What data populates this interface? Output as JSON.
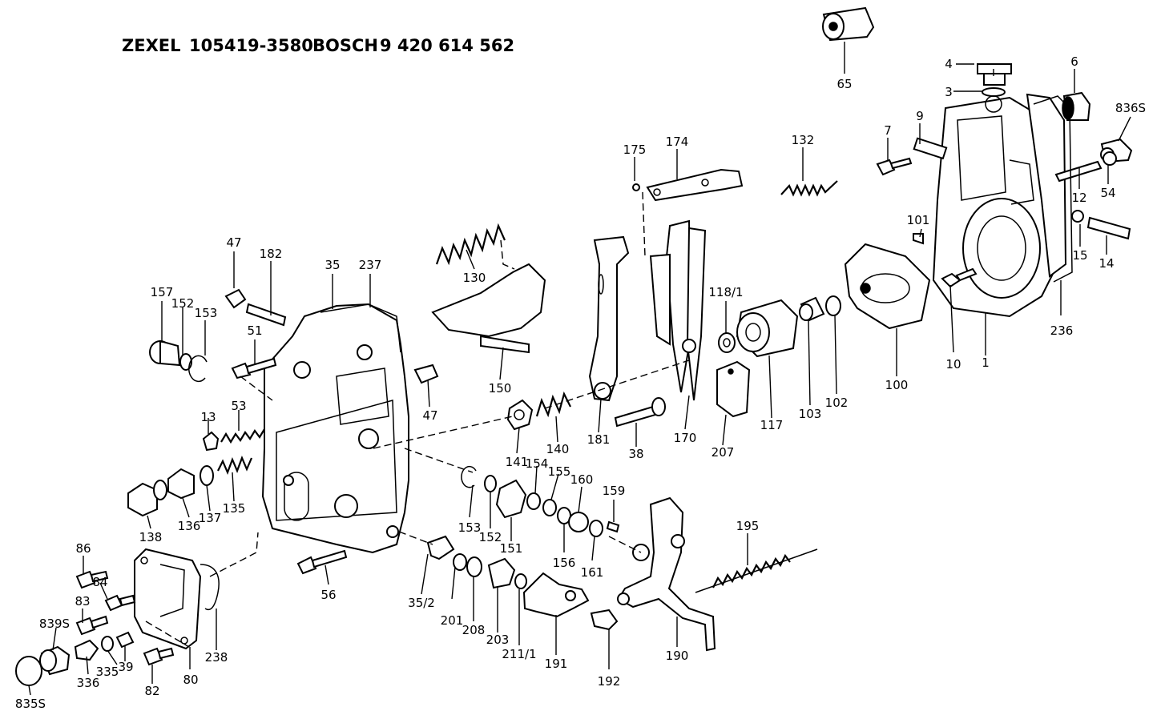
{
  "header": {
    "brand_1": "ZEXEL",
    "part_no_1": "105419-3580",
    "brand_2": "BOSCH",
    "part_no_2": "9 420 614 562"
  },
  "callouts": [
    {
      "id": "c65",
      "text": "65"
    },
    {
      "id": "c4",
      "text": "4"
    },
    {
      "id": "c3",
      "text": "3"
    },
    {
      "id": "c6",
      "text": "6"
    },
    {
      "id": "c836s",
      "text": "836S"
    },
    {
      "id": "c7",
      "text": "7"
    },
    {
      "id": "c9",
      "text": "9"
    },
    {
      "id": "c12",
      "text": "12"
    },
    {
      "id": "c54",
      "text": "54"
    },
    {
      "id": "c101",
      "text": "101"
    },
    {
      "id": "c15",
      "text": "15"
    },
    {
      "id": "c14",
      "text": "14"
    },
    {
      "id": "c236",
      "text": "236"
    },
    {
      "id": "c10",
      "text": "10"
    },
    {
      "id": "c1",
      "text": "1"
    },
    {
      "id": "c100",
      "text": "100"
    },
    {
      "id": "c102",
      "text": "102"
    },
    {
      "id": "c103",
      "text": "103"
    },
    {
      "id": "c117",
      "text": "117"
    },
    {
      "id": "c118_1",
      "text": "118/1"
    },
    {
      "id": "c175",
      "text": "175"
    },
    {
      "id": "c174",
      "text": "174"
    },
    {
      "id": "c132",
      "text": "132"
    },
    {
      "id": "c130",
      "text": "130"
    },
    {
      "id": "c150",
      "text": "150"
    },
    {
      "id": "c181",
      "text": "181"
    },
    {
      "id": "c170",
      "text": "170"
    },
    {
      "id": "c207",
      "text": "207"
    },
    {
      "id": "c38",
      "text": "38"
    },
    {
      "id": "c140",
      "text": "140"
    },
    {
      "id": "c141",
      "text": "141"
    },
    {
      "id": "c47a",
      "text": "47"
    },
    {
      "id": "c182",
      "text": "182"
    },
    {
      "id": "c35",
      "text": "35"
    },
    {
      "id": "c237",
      "text": "237"
    },
    {
      "id": "c157",
      "text": "157"
    },
    {
      "id": "c152a",
      "text": "152"
    },
    {
      "id": "c153a",
      "text": "153"
    },
    {
      "id": "c51",
      "text": "51"
    },
    {
      "id": "c47b",
      "text": "47"
    },
    {
      "id": "c13",
      "text": "13"
    },
    {
      "id": "c53",
      "text": "53"
    },
    {
      "id": "c138",
      "text": "138"
    },
    {
      "id": "c136",
      "text": "136"
    },
    {
      "id": "c137",
      "text": "137"
    },
    {
      "id": "c135",
      "text": "135"
    },
    {
      "id": "c154",
      "text": "154"
    },
    {
      "id": "c155",
      "text": "155"
    },
    {
      "id": "c160",
      "text": "160"
    },
    {
      "id": "c159",
      "text": "159"
    },
    {
      "id": "c153b",
      "text": "153"
    },
    {
      "id": "c152b",
      "text": "152"
    },
    {
      "id": "c151",
      "text": "151"
    },
    {
      "id": "c156",
      "text": "156"
    },
    {
      "id": "c161",
      "text": "161"
    },
    {
      "id": "c195",
      "text": "195"
    },
    {
      "id": "c86",
      "text": "86"
    },
    {
      "id": "c84",
      "text": "84"
    },
    {
      "id": "c83",
      "text": "83"
    },
    {
      "id": "c839s",
      "text": "839S"
    },
    {
      "id": "c335",
      "text": "335"
    },
    {
      "id": "c39",
      "text": "39"
    },
    {
      "id": "c336",
      "text": "336"
    },
    {
      "id": "c835s",
      "text": "835S"
    },
    {
      "id": "c82",
      "text": "82"
    },
    {
      "id": "c80",
      "text": "80"
    },
    {
      "id": "c238",
      "text": "238"
    },
    {
      "id": "c56",
      "text": "56"
    },
    {
      "id": "c35_2",
      "text": "35/2"
    },
    {
      "id": "c201",
      "text": "201"
    },
    {
      "id": "c208",
      "text": "208"
    },
    {
      "id": "c203",
      "text": "203"
    },
    {
      "id": "c211_1",
      "text": "211/1"
    },
    {
      "id": "c191",
      "text": "191"
    },
    {
      "id": "c192",
      "text": "192"
    },
    {
      "id": "c190",
      "text": "190"
    }
  ]
}
